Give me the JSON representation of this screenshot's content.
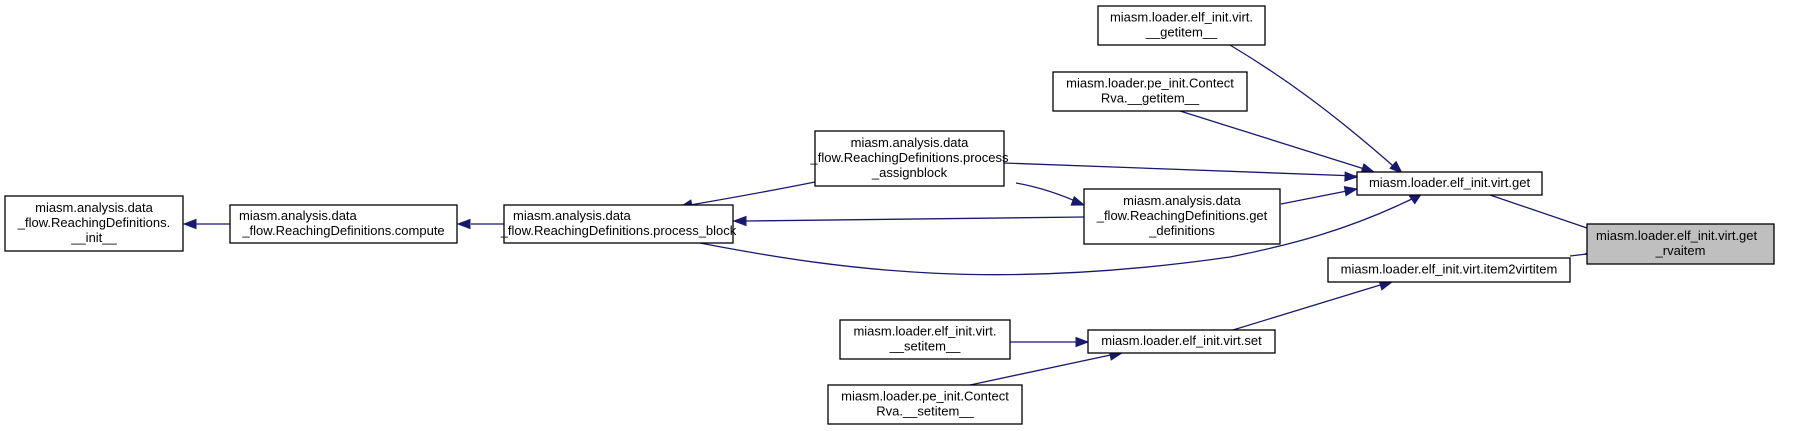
{
  "colors": {
    "edge": "#191970",
    "focus_fill": "#bfbfbf",
    "node_fill": "#ffffff",
    "border": "#000000"
  },
  "nodes": [
    {
      "id": "n_rd_init",
      "lines": [
        "miasm.analysis.data",
        "_flow.ReachingDefinitions.",
        "__init__"
      ]
    },
    {
      "id": "n_compute",
      "lines": [
        "miasm.analysis.data",
        "_flow.ReachingDefinitions.compute"
      ]
    },
    {
      "id": "n_process_block",
      "lines": [
        "miasm.analysis.data",
        "_flow.ReachingDefinitions.process_block"
      ]
    },
    {
      "id": "n_process_assignblock",
      "lines": [
        "miasm.analysis.data",
        "_flow.ReachingDefinitions.process",
        "_assignblock"
      ]
    },
    {
      "id": "n_get_definitions",
      "lines": [
        "miasm.analysis.data",
        "_flow.ReachingDefinitions.get",
        "_definitions"
      ]
    },
    {
      "id": "n_virt_getitem",
      "lines": [
        "miasm.loader.elf_init.virt.",
        "__getitem__"
      ]
    },
    {
      "id": "n_pe_getitem",
      "lines": [
        "miasm.loader.pe_init.Contect",
        "Rva.__getitem__"
      ]
    },
    {
      "id": "n_virt_get",
      "lines": [
        "miasm.loader.elf_init.virt.get"
      ]
    },
    {
      "id": "n_item2virtitem",
      "lines": [
        "miasm.loader.elf_init.virt.item2virtitem"
      ]
    },
    {
      "id": "n_virt_setitem",
      "lines": [
        "miasm.loader.elf_init.virt.",
        "__setitem__"
      ]
    },
    {
      "id": "n_pe_setitem",
      "lines": [
        "miasm.loader.pe_init.Contect",
        "Rva.__setitem__"
      ]
    },
    {
      "id": "n_virt_set",
      "lines": [
        "miasm.loader.elf_init.virt.set"
      ]
    },
    {
      "id": "n_get_rvaitem",
      "lines": [
        "miasm.loader.elf_init.virt.get",
        "_rvaitem"
      ],
      "focus": true
    }
  ],
  "edges": [
    {
      "from": "n_compute",
      "to": "n_rd_init"
    },
    {
      "from": "n_process_block",
      "to": "n_compute"
    },
    {
      "from": "n_process_assignblock",
      "to": "n_process_block"
    },
    {
      "from": "n_get_definitions",
      "to": "n_process_block"
    },
    {
      "from": "n_virt_get",
      "to": "n_process_block"
    },
    {
      "from": "n_get_definitions",
      "to": "n_process_assignblock"
    },
    {
      "from": "n_virt_get",
      "to": "n_process_assignblock"
    },
    {
      "from": "n_virt_get",
      "to": "n_get_definitions"
    },
    {
      "from": "n_virt_get",
      "to": "n_virt_getitem"
    },
    {
      "from": "n_virt_get",
      "to": "n_pe_getitem"
    },
    {
      "from": "n_get_rvaitem",
      "to": "n_virt_get"
    },
    {
      "from": "n_get_rvaitem",
      "to": "n_item2virtitem"
    },
    {
      "from": "n_item2virtitem",
      "to": "n_virt_set"
    },
    {
      "from": "n_virt_set",
      "to": "n_virt_setitem"
    },
    {
      "from": "n_virt_set",
      "to": "n_pe_setitem"
    }
  ]
}
